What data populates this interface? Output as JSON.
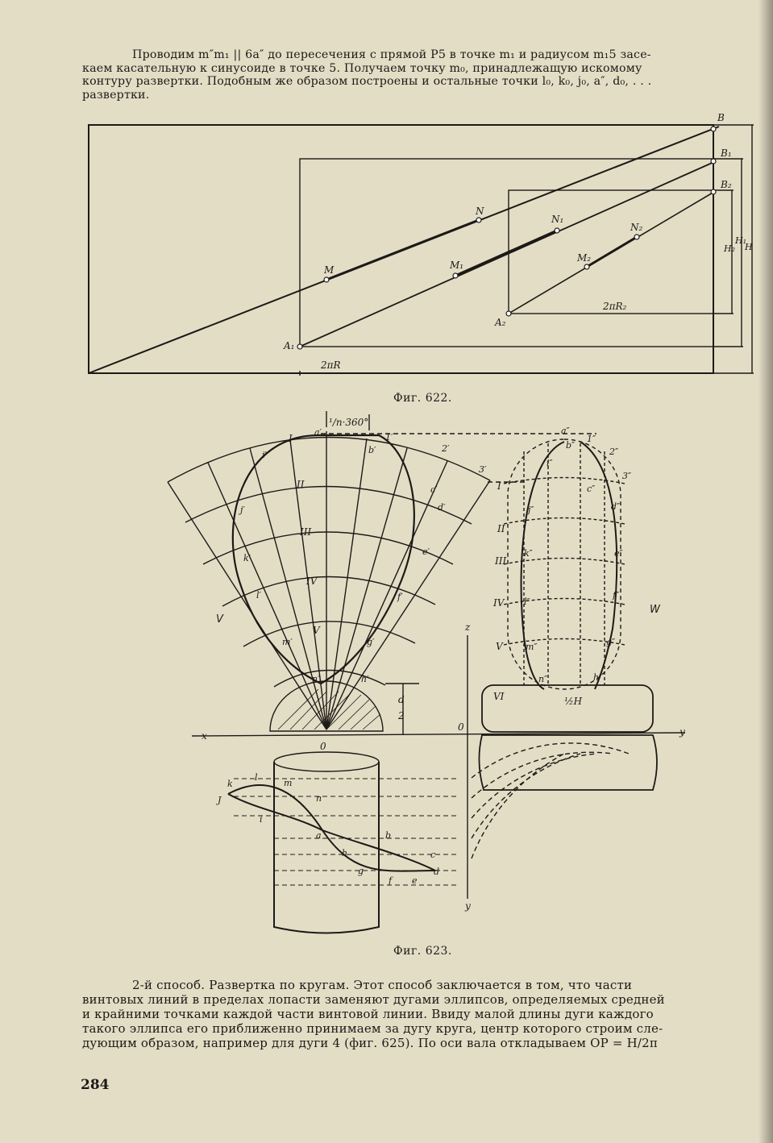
{
  "intro": {
    "lines": [
      "Проводим m″m₁ || 6a″ до пересечения с прямой P5 в точке m₁ и радиусом m₁5 засе-",
      "каем касательную к синусоиде в точке 5. Получаем точку m₀, принадлежащую искомому",
      "контуру развертки. Подобным же образом построены и остальные точки l₀, k₀, j₀, a″, d₀, . . .",
      "развертки."
    ]
  },
  "fig622": {
    "caption": "Фиг. 622.",
    "labels": {
      "B": "B",
      "B1": "B₁",
      "B2": "B₂",
      "N": "N",
      "N1": "N₁",
      "N2": "N₂",
      "M": "M",
      "M1": "M₁",
      "M2": "M₂",
      "A1": "A₁",
      "A2": "A₂",
      "two_pi_R": "2πR",
      "two_pi_R2": "2πR₂",
      "H": "H",
      "H1": "H₁",
      "H2": "H₂"
    }
  },
  "fig623": {
    "caption": "Фиг. 623.",
    "labels": {
      "angle": "¹/n·360°",
      "I": "I",
      "II": "II",
      "III": "III",
      "IV": "IV",
      "V": "V",
      "VI": "VI",
      "a1": "a′",
      "b1": "b′",
      "c1": "c′",
      "d1": "d′",
      "e1": "e′",
      "f1": "f′",
      "g1": "g′",
      "h1": "h′",
      "i1": "i′",
      "j1": "j′",
      "k1": "k′",
      "l1": "l′",
      "m1": "m′",
      "n1": "n′",
      "p1": "1′",
      "p2": "2′",
      "p3": "3′",
      "a2": "a″",
      "b2": "b″",
      "c2": "c″",
      "d2": "d″",
      "e2": "e″",
      "f2": "f″",
      "g2": "g″",
      "h2": "h″",
      "i2": "i″",
      "j2": "j″",
      "k2": "k″",
      "l2": "l″",
      "m2": "m″",
      "n2": "n″",
      "q1": "1″",
      "q2": "2″",
      "q3": "3″",
      "view_V": "V",
      "view_W": "W",
      "z": "z",
      "x": "x",
      "y": "y",
      "y2": "y",
      "O": "0",
      "O2": "0",
      "d_over_2_num": "d",
      "d_over_2_den": "2",
      "half_H": "½H",
      "pa": "a",
      "pb": "b",
      "pc": "c",
      "pd": "d",
      "pe": "e",
      "pf": "f",
      "pg": "g",
      "ph": "h",
      "pi": "i",
      "pj": "J",
      "pk": "k",
      "pl": "l",
      "pm": "m",
      "pn": "n"
    }
  },
  "bottom": {
    "lines": [
      "2-й способ. Развертка по кругам. Этот способ заключается в том, что части",
      "винтовых линий в пределах лопасти заменяют дугами эллипсов, определяемых средней",
      "и крайними точками каждой части винтовой линии. Ввиду малой длины дуги каждого",
      "такого эллипса его приближенно принимаем за дугу круга, центр которого строим сле-",
      "дующим образом, например для дуги 4 (фиг. 625). По оси вала откладываем OP = H/2π"
    ]
  },
  "page_number": "284"
}
